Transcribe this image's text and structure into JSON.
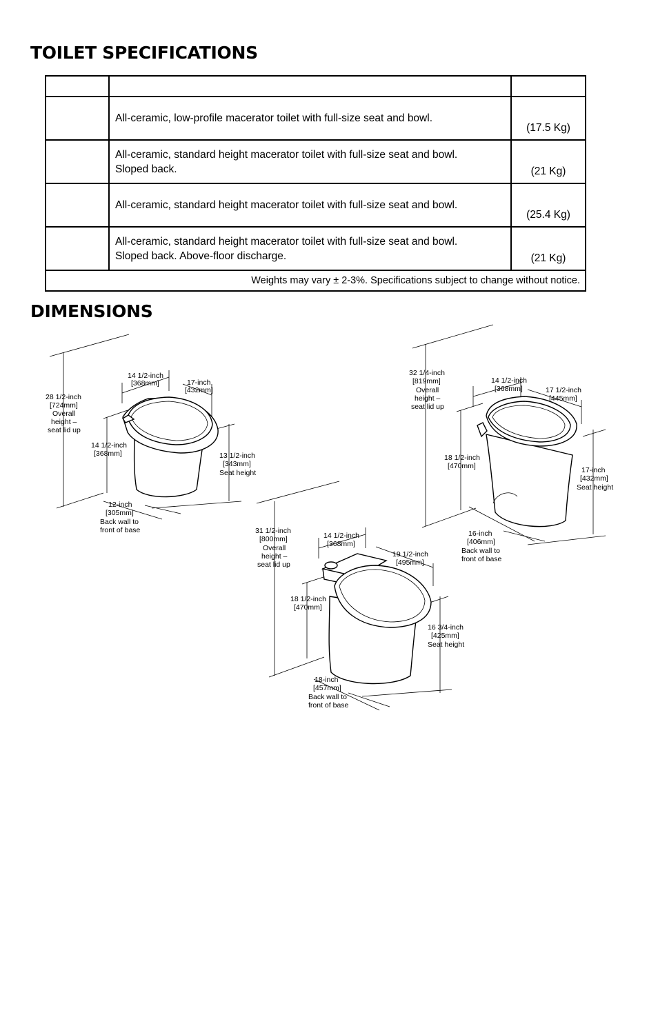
{
  "spec_section": {
    "title": "TOILET SPECIFICATIONS",
    "header": [
      "",
      "",
      ""
    ],
    "rows": [
      {
        "model": "",
        "lines": [
          "All-ceramic, low-profile macerator toilet with full-size seat and bowl."
        ],
        "weight": "(17.5 Kg)"
      },
      {
        "model": "",
        "lines": [
          "All-ceramic, standard height macerator toilet with full-size seat and bowl.",
          "Sloped back."
        ],
        "weight": "(21 Kg)"
      },
      {
        "model": "",
        "lines": [
          "All-ceramic, standard height macerator toilet with full-size seat and bowl."
        ],
        "weight": "(25.4 Kg)"
      },
      {
        "model": "",
        "lines": [
          "All-ceramic, standard height macerator toilet with full-size seat and bowl.",
          "Sloped back. Above-floor discharge."
        ],
        "weight": "(21 Kg)"
      }
    ],
    "note": "Weights may vary ± 2-3%. Specifications subject to change without notice."
  },
  "dimensions_section": {
    "title": "DIMENSIONS",
    "toilet_left": {
      "overall": [
        "28 1/2-inch",
        "[724mm]",
        "Overall",
        "height –",
        "seat lid up"
      ],
      "width": [
        "14 1/2-inch",
        "[368mm]"
      ],
      "bowl_length": [
        "17-inch",
        "[432mm]"
      ],
      "rear_height": [
        "14 1/2-inch",
        "[368mm]"
      ],
      "seat": [
        "13 1/2-inch",
        "[343mm]",
        "Seat height"
      ],
      "depth": [
        "12-inch",
        "[305mm]",
        "Back wall to",
        "front of base"
      ]
    },
    "toilet_middle": {
      "overall": [
        "31 1/2-inch",
        "[800mm]",
        "Overall",
        "height –",
        "seat lid up"
      ],
      "width": [
        "14 1/2-inch",
        "[368mm]"
      ],
      "bowl_length": [
        "19 1/2-inch",
        "[495mm]"
      ],
      "rear_height": [
        "18 1/2-inch",
        "[470mm]"
      ],
      "seat": [
        "16 3/4-inch",
        "[425mm]",
        "Seat height"
      ],
      "depth": [
        "18-inch",
        "[457mm]",
        "Back wall to",
        "front of base"
      ]
    },
    "toilet_right": {
      "overall": [
        "32 1/4-inch",
        "[819mm]",
        "Overall",
        "height –",
        "seat lid up"
      ],
      "width": [
        "14 1/2-inch",
        "[368mm]"
      ],
      "bowl_length": [
        "17 1/2-inch",
        "[445mm]"
      ],
      "rear_height": [
        "18 1/2-inch",
        "[470mm]"
      ],
      "seat": [
        "17-inch",
        "[432mm]",
        "Seat height"
      ],
      "depth": [
        "16-inch",
        "[406mm]",
        "Back wall to",
        "front of base"
      ]
    }
  }
}
